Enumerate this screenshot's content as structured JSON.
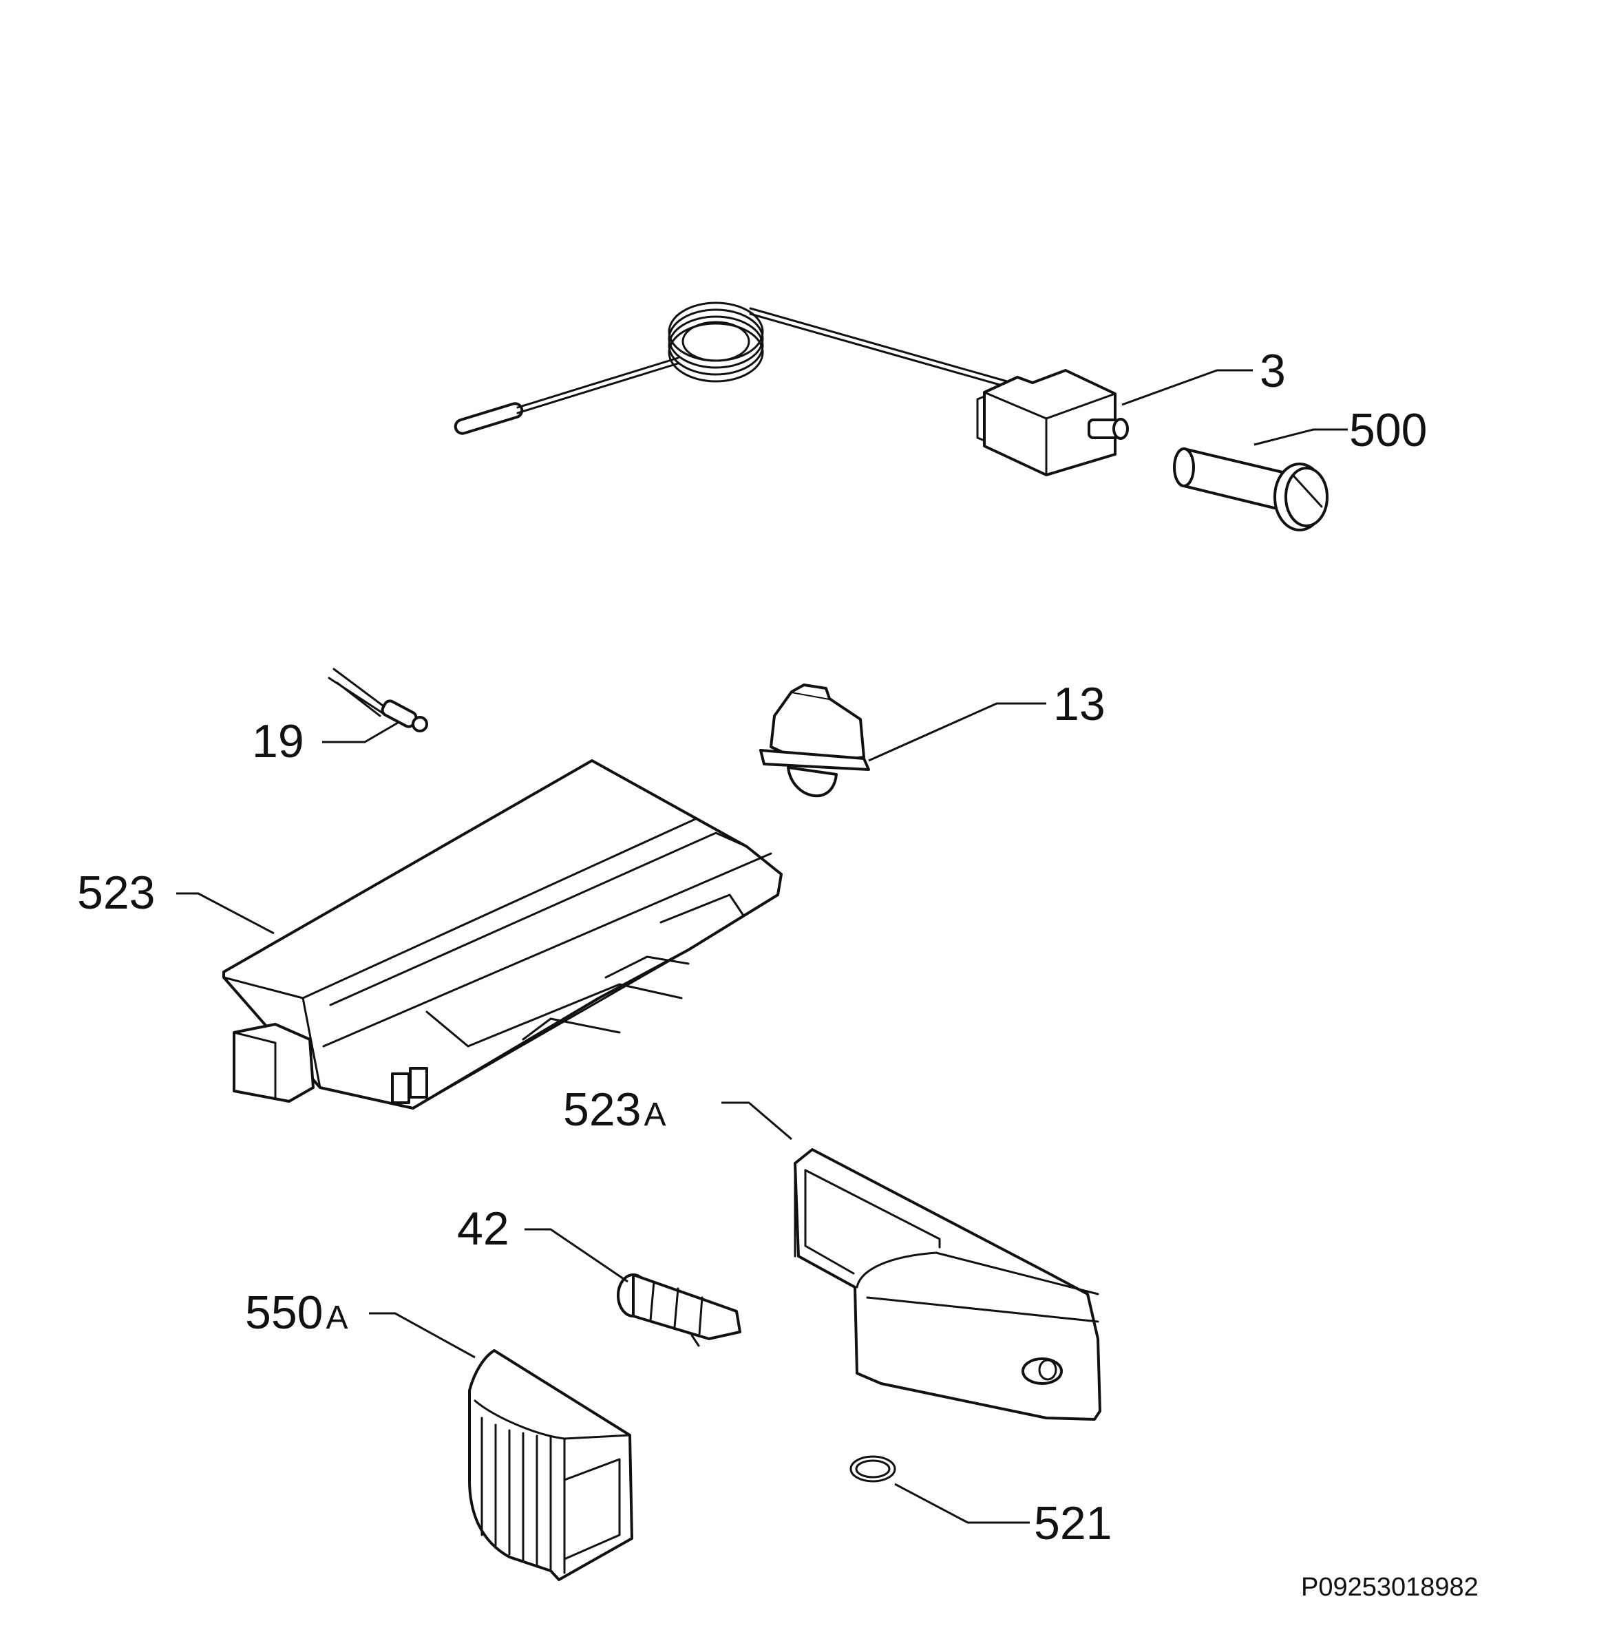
{
  "diagram": {
    "parts": [
      {
        "id": "3",
        "label": "3"
      },
      {
        "id": "500",
        "label": "500"
      },
      {
        "id": "13",
        "label": "13"
      },
      {
        "id": "19",
        "label": "19"
      },
      {
        "id": "523",
        "label": "523"
      },
      {
        "id": "523A",
        "label": "523",
        "suffix": "A"
      },
      {
        "id": "42",
        "label": "42"
      },
      {
        "id": "550A",
        "label": "550",
        "suffix": "A"
      },
      {
        "id": "521",
        "label": "521"
      }
    ],
    "reference_code": "P09253018982"
  }
}
